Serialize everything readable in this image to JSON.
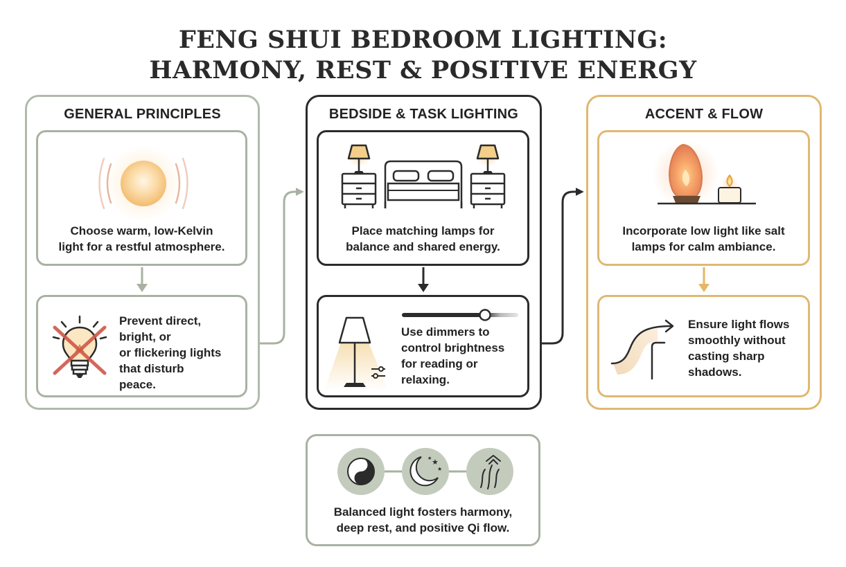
{
  "title": {
    "line1": "FENG SHUI BEDROOM LIGHTING:",
    "line2": "HARMONY, REST & POSITIVE ENERGY"
  },
  "colors": {
    "sage": "#a8b2a2",
    "sage_dark": "#8f9a88",
    "dark": "#2b2b2b",
    "amber": "#e0b871",
    "amber_arrow": "#e6b566",
    "warm_glow": "#f7c98a",
    "cross_red": "#d0574a"
  },
  "panels": {
    "general": {
      "title": "GENERAL PRINCIPLES",
      "card1": {
        "icon": "warm-glow-bulb-icon",
        "lines": [
          "Choose warm, low-Kelvin",
          "light for a restful atmosphere."
        ]
      },
      "card2": {
        "icon": "crossed-bulb-icon",
        "lines": [
          "Prevent direct,",
          "bright, or",
          "or flickering lights",
          "that disturb",
          "peace."
        ]
      }
    },
    "bedside": {
      "title": "BEDSIDE & TASK LIGHTING",
      "card1": {
        "icon": "bed-with-matching-lamps-icon",
        "lines": [
          "Place matching lamps for",
          "balance and shared energy."
        ]
      },
      "card2": {
        "icon": "dimmable-floor-lamp-icon",
        "lines": [
          "Use dimmers to",
          "control brightness",
          "for reading or",
          "relaxing."
        ]
      }
    },
    "accent": {
      "title": "ACCENT & FLOW",
      "card1": {
        "icon": "salt-lamp-and-candle-icon",
        "lines": [
          "Incorporate low light like salt",
          "lamps for calm ambiance."
        ]
      },
      "card2": {
        "icon": "light-flow-curve-icon",
        "lines": [
          "Ensure light flows",
          "smoothly without",
          "casting sharp",
          "shadows."
        ]
      }
    }
  },
  "summary": {
    "icons": [
      "yin-yang-icon",
      "moon-stars-icon",
      "rising-arrows-icon"
    ],
    "lines": [
      "Balanced light fosters harmony,",
      "deep rest, and positive Qi flow."
    ]
  }
}
